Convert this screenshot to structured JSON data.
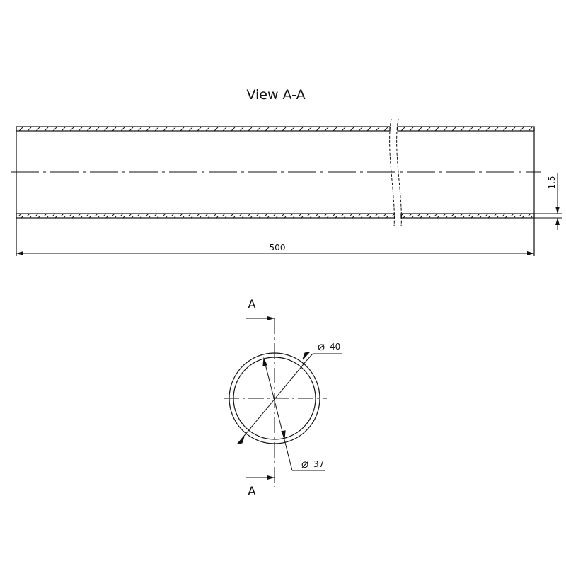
{
  "drawing": {
    "view_title": "View A-A",
    "length_dim": "500",
    "wall_dim": "1,5",
    "outer_diameter": "40",
    "inner_diameter": "37",
    "diameter_symbol": "⌀",
    "section_label_top": "A",
    "section_label_bottom": "A"
  },
  "colors": {
    "line": "#111111",
    "background": "#ffffff"
  }
}
